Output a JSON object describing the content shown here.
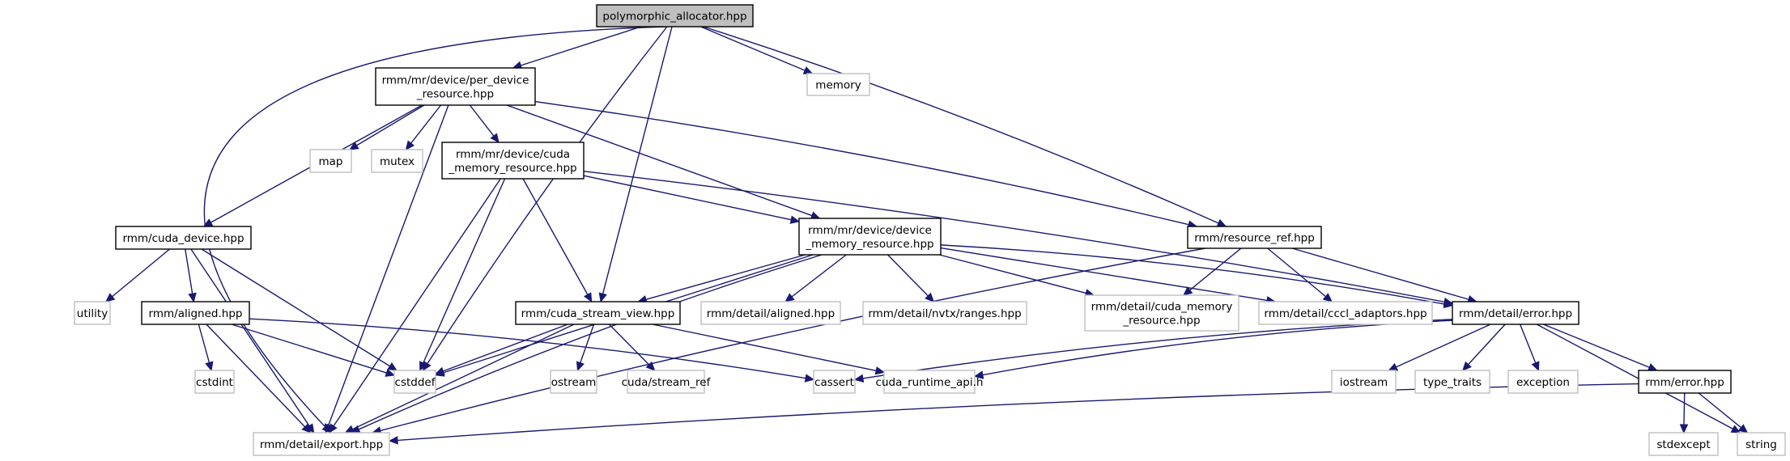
{
  "graph": {
    "title": "polymorphic_allocator.hpp include dependency graph",
    "colors": {
      "edge": "#191970",
      "root_fill": "#bfbfbf",
      "local_border": "#000000",
      "external_border": "#bfbfbf"
    },
    "nodes": [
      {
        "id": "root",
        "label": [
          "polymorphic_allocator.hpp"
        ],
        "kind": "root"
      },
      {
        "id": "per_device",
        "label": [
          "rmm/mr/device/per_device",
          "_resource.hpp"
        ],
        "kind": "local"
      },
      {
        "id": "memory",
        "label": [
          "memory"
        ],
        "kind": "external"
      },
      {
        "id": "map",
        "label": [
          "map"
        ],
        "kind": "external"
      },
      {
        "id": "mutex",
        "label": [
          "mutex"
        ],
        "kind": "external"
      },
      {
        "id": "cuda_mr",
        "label": [
          "rmm/mr/device/cuda",
          "_memory_resource.hpp"
        ],
        "kind": "local"
      },
      {
        "id": "cuda_device",
        "label": [
          "rmm/cuda_device.hpp"
        ],
        "kind": "local"
      },
      {
        "id": "device_mr",
        "label": [
          "rmm/mr/device/device",
          "_memory_resource.hpp"
        ],
        "kind": "local"
      },
      {
        "id": "resource_ref",
        "label": [
          "rmm/resource_ref.hpp"
        ],
        "kind": "local"
      },
      {
        "id": "utility",
        "label": [
          "utility"
        ],
        "kind": "external"
      },
      {
        "id": "aligned",
        "label": [
          "rmm/aligned.hpp"
        ],
        "kind": "local"
      },
      {
        "id": "stream_view",
        "label": [
          "rmm/cuda_stream_view.hpp"
        ],
        "kind": "local"
      },
      {
        "id": "detail_aligned",
        "label": [
          "rmm/detail/aligned.hpp"
        ],
        "kind": "external"
      },
      {
        "id": "nvtx",
        "label": [
          "rmm/detail/nvtx/ranges.hpp"
        ],
        "kind": "external"
      },
      {
        "id": "detail_cuda_mr",
        "label": [
          "rmm/detail/cuda_memory",
          "_resource.hpp"
        ],
        "kind": "external"
      },
      {
        "id": "cccl",
        "label": [
          "rmm/detail/cccl_adaptors.hpp"
        ],
        "kind": "external"
      },
      {
        "id": "detail_error",
        "label": [
          "rmm/detail/error.hpp"
        ],
        "kind": "local"
      },
      {
        "id": "cstdint",
        "label": [
          "cstdint"
        ],
        "kind": "external"
      },
      {
        "id": "cstddef",
        "label": [
          "cstddef"
        ],
        "kind": "external"
      },
      {
        "id": "ostream",
        "label": [
          "ostream"
        ],
        "kind": "external"
      },
      {
        "id": "stream_ref",
        "label": [
          "cuda/stream_ref"
        ],
        "kind": "external"
      },
      {
        "id": "cassert",
        "label": [
          "cassert"
        ],
        "kind": "external"
      },
      {
        "id": "cuda_runtime",
        "label": [
          "cuda_runtime_api.h"
        ],
        "kind": "external"
      },
      {
        "id": "iostream",
        "label": [
          "iostream"
        ],
        "kind": "external"
      },
      {
        "id": "type_traits",
        "label": [
          "type_traits"
        ],
        "kind": "external"
      },
      {
        "id": "exception",
        "label": [
          "exception"
        ],
        "kind": "external"
      },
      {
        "id": "error",
        "label": [
          "rmm/error.hpp"
        ],
        "kind": "local"
      },
      {
        "id": "export",
        "label": [
          "rmm/detail/export.hpp"
        ],
        "kind": "external"
      },
      {
        "id": "stdexcept",
        "label": [
          "stdexcept"
        ],
        "kind": "external"
      },
      {
        "id": "string",
        "label": [
          "string"
        ],
        "kind": "external"
      }
    ],
    "edges": [
      [
        "root",
        "export"
      ],
      [
        "root",
        "per_device"
      ],
      [
        "root",
        "cstddef"
      ],
      [
        "root",
        "stream_view"
      ],
      [
        "root",
        "resource_ref"
      ],
      [
        "root",
        "memory"
      ],
      [
        "per_device",
        "cuda_device"
      ],
      [
        "per_device",
        "export"
      ],
      [
        "per_device",
        "map"
      ],
      [
        "per_device",
        "mutex"
      ],
      [
        "per_device",
        "cuda_mr"
      ],
      [
        "per_device",
        "device_mr"
      ],
      [
        "per_device",
        "resource_ref"
      ],
      [
        "cuda_mr",
        "export"
      ],
      [
        "cuda_mr",
        "cstddef"
      ],
      [
        "cuda_mr",
        "stream_view"
      ],
      [
        "cuda_mr",
        "device_mr"
      ],
      [
        "cuda_mr",
        "detail_error"
      ],
      [
        "cuda_device",
        "export"
      ],
      [
        "cuda_device",
        "utility"
      ],
      [
        "cuda_device",
        "aligned"
      ],
      [
        "cuda_device",
        "cstddef"
      ],
      [
        "aligned",
        "export"
      ],
      [
        "aligned",
        "cstdint"
      ],
      [
        "aligned",
        "cstddef"
      ],
      [
        "aligned",
        "cassert"
      ],
      [
        "device_mr",
        "cstddef"
      ],
      [
        "device_mr",
        "stream_view"
      ],
      [
        "device_mr",
        "detail_aligned"
      ],
      [
        "device_mr",
        "nvtx"
      ],
      [
        "device_mr",
        "detail_cuda_mr"
      ],
      [
        "device_mr",
        "cccl"
      ],
      [
        "device_mr",
        "detail_error"
      ],
      [
        "device_mr",
        "export"
      ],
      [
        "resource_ref",
        "detail_cuda_mr"
      ],
      [
        "resource_ref",
        "cccl"
      ],
      [
        "resource_ref",
        "detail_error"
      ],
      [
        "resource_ref",
        "export"
      ],
      [
        "stream_view",
        "cstddef"
      ],
      [
        "stream_view",
        "export"
      ],
      [
        "stream_view",
        "ostream"
      ],
      [
        "stream_view",
        "stream_ref"
      ],
      [
        "stream_view",
        "cuda_runtime"
      ],
      [
        "detail_error",
        "cassert"
      ],
      [
        "detail_error",
        "cuda_runtime"
      ],
      [
        "detail_error",
        "iostream"
      ],
      [
        "detail_error",
        "type_traits"
      ],
      [
        "detail_error",
        "exception"
      ],
      [
        "detail_error",
        "error"
      ],
      [
        "detail_error",
        "string"
      ],
      [
        "error",
        "export"
      ],
      [
        "error",
        "stdexcept"
      ],
      [
        "error",
        "string"
      ]
    ]
  }
}
